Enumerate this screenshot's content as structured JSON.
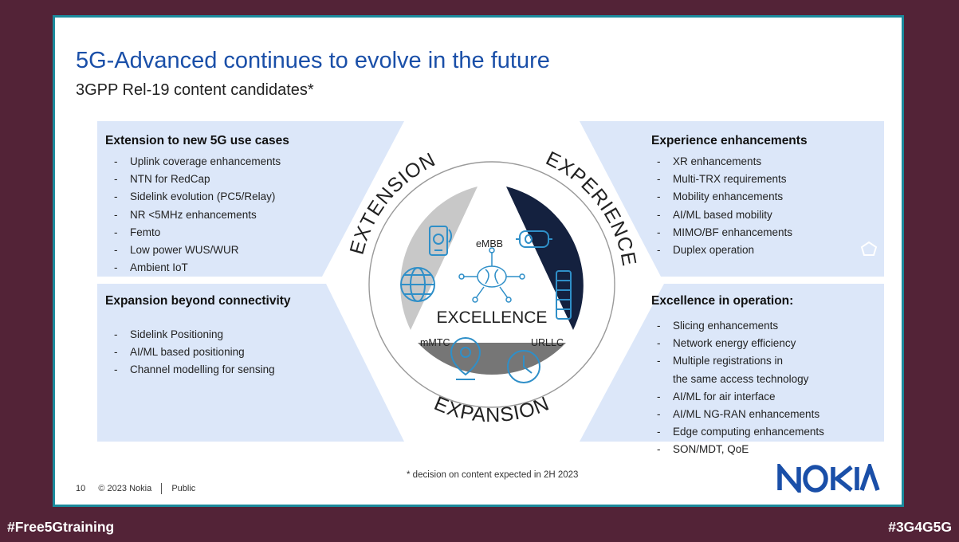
{
  "slide": {
    "title": "5G-Advanced continues to evolve in the future",
    "subtitle": "3GPP Rel-19 content candidates*",
    "footnote": "* decision on content expected in 2H 2023",
    "page_number": "10",
    "copyright": "© 2023 Nokia",
    "classification": "Public",
    "logo": "NOKIA"
  },
  "panels": {
    "extension": {
      "title": "Extension to new 5G use cases",
      "items": [
        "Uplink coverage enhancements",
        "NTN for RedCap",
        "Sidelink evolution (PC5/Relay)",
        "NR <5MHz enhancements",
        "Femto",
        "Low power WUS/WUR",
        "Ambient IoT"
      ]
    },
    "expansion": {
      "title": "Expansion beyond connectivity",
      "items": [
        "Sidelink Positioning",
        "AI/ML based positioning",
        "Channel modelling for sensing"
      ]
    },
    "experience": {
      "title": "Experience enhancements",
      "items": [
        "XR enhancements",
        "Multi-TRX requirements",
        "Mobility enhancements",
        "AI/ML based mobility",
        "MIMO/BF enhancements",
        "Duplex operation"
      ]
    },
    "excellence": {
      "title": "Excellence in operation:",
      "items": [
        "Slicing enhancements",
        "Network energy efficiency",
        "Multiple registrations in",
        "the same access technology",
        "AI/ML for air interface",
        "AI/ML NG-RAN enhancements",
        "Edge computing enhancements",
        "SON/MDT, QoE"
      ]
    }
  },
  "diagram": {
    "extension_label": "EXTENSION",
    "experience_label": "EXPERIENCE",
    "expansion_label": "EXPANSION",
    "center_label": "EXCELLENCE",
    "embb": "eMBB",
    "mmtc": "mMTC",
    "urllc": "URLLC"
  },
  "hashtags": {
    "left": "#Free5Gtraining",
    "right": "#3G4G5G"
  },
  "colors": {
    "background": "#532337",
    "border": "#1b8a9c",
    "title": "#1a4fa8",
    "panel": "#dce7f9",
    "extension_segment": "#c8c8c8",
    "experience_segment": "#14213f",
    "expansion_segment": "#767676"
  }
}
